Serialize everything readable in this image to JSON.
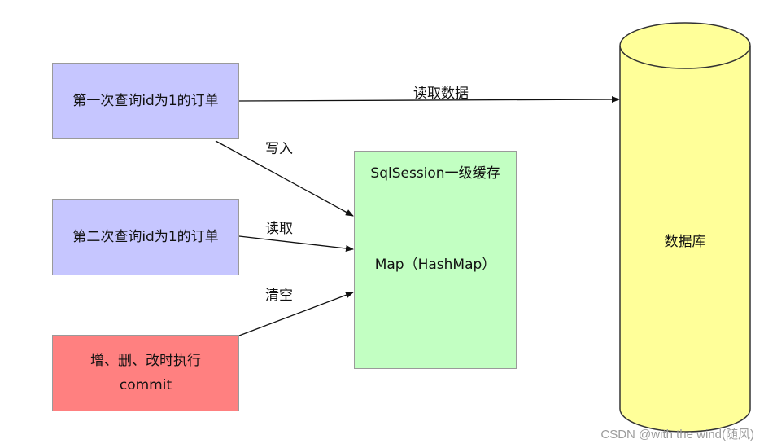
{
  "boxes": {
    "first_query": "第一次查询id为1的订单",
    "second_query": "第二次查询id为1的订单",
    "commit_line1": "增、删、改时执行",
    "commit_line2": "commit"
  },
  "cache": {
    "title": "SqlSession一级缓存",
    "map": "Map（HashMap）"
  },
  "database": {
    "label": "数据库"
  },
  "edges": {
    "read_data": "读取数据",
    "write": "写入",
    "read": "读取",
    "clear": "清空"
  },
  "watermark": "CSDN @with the wind(随风)",
  "colors": {
    "query_box": "#c6c6ff",
    "commit_box": "#ff8080",
    "cache_box": "#c2ffc2",
    "database": "#ffff99"
  }
}
